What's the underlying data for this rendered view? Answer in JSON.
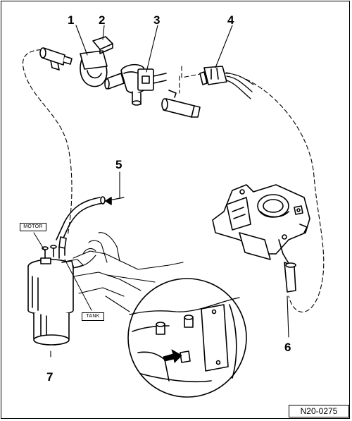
{
  "diagram": {
    "callouts": [
      {
        "id": "1",
        "label": "1"
      },
      {
        "id": "2",
        "label": "2"
      },
      {
        "id": "3",
        "label": "3"
      },
      {
        "id": "4",
        "label": "4"
      },
      {
        "id": "5",
        "label": "5"
      },
      {
        "id": "6",
        "label": "6"
      },
      {
        "id": "7",
        "label": "7"
      }
    ],
    "tags": {
      "motor": "MOTOR",
      "tank": "TANK"
    },
    "figure_code": "N20-0275"
  }
}
